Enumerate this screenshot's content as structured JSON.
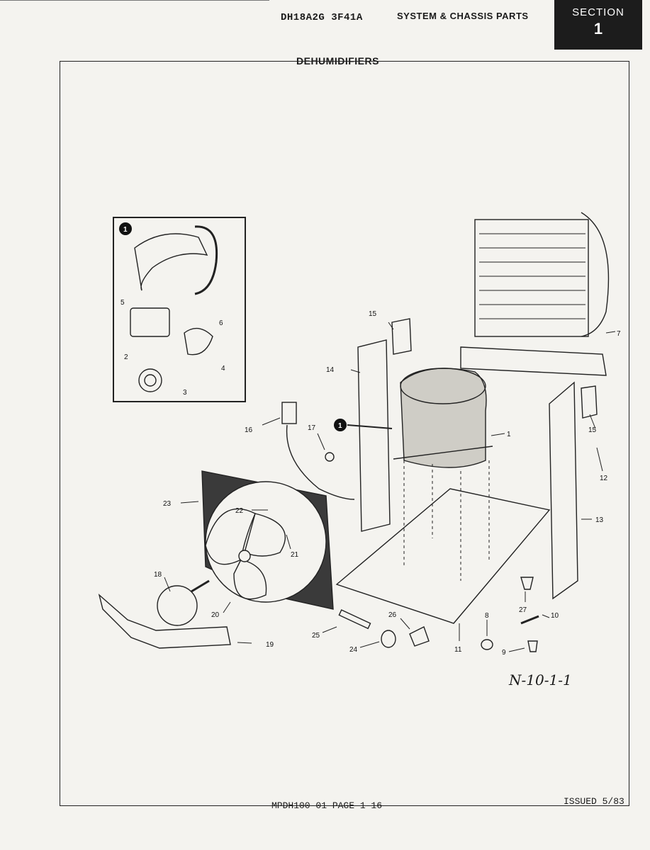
{
  "header": {
    "model": "DH18A2G  3F41A",
    "title": "SYSTEM & CHASSIS PARTS",
    "section_label": "SECTION",
    "section_number": "1"
  },
  "page_title": "DEHUMIDIFIERS",
  "callouts": {
    "inset_marker": "1",
    "main_marker": "1",
    "c1": "1",
    "c2": "2",
    "c3": "3",
    "c4": "4",
    "c5": "5",
    "c6": "6",
    "c7": "7",
    "c8": "8",
    "c9": "9",
    "c10": "10",
    "c11": "11",
    "c12": "12",
    "c13": "13",
    "c14": "14",
    "c15a": "15",
    "c15b": "15",
    "c16": "16",
    "c17": "17",
    "c18": "18",
    "c19": "19",
    "c20": "20",
    "c21": "21",
    "c22": "22",
    "c23": "23",
    "c24": "24",
    "c25": "25",
    "c26": "26",
    "c27": "27"
  },
  "drawing_code": "N-10-1-1",
  "footer": {
    "doc_page": "MPDH100-01   PAGE 1-16",
    "issued": "ISSUED 5/83"
  }
}
